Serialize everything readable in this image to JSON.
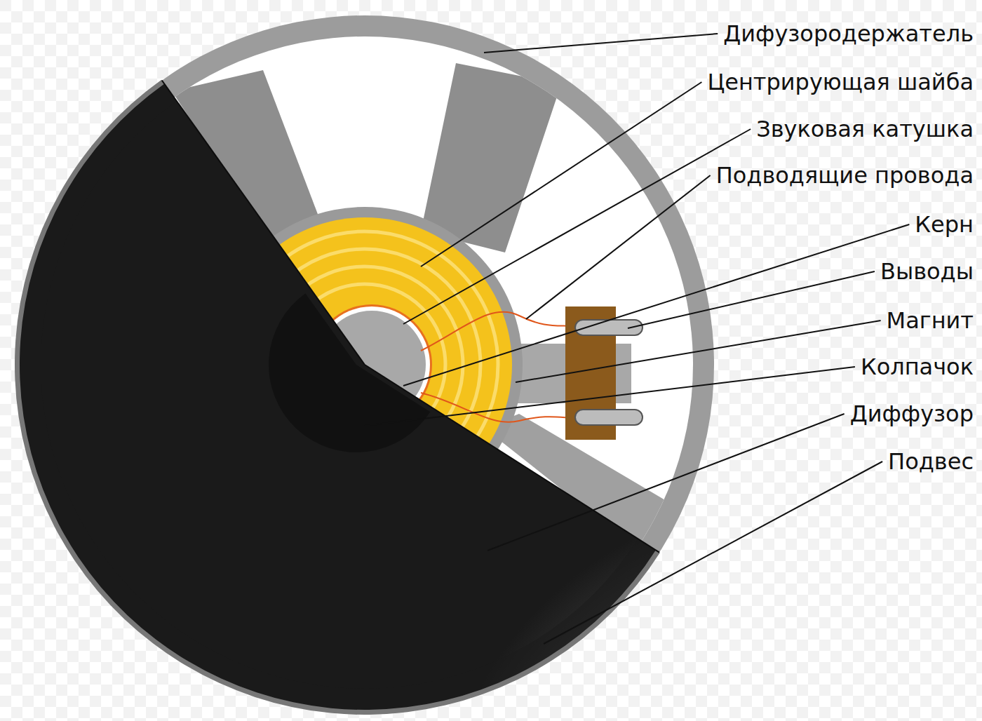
{
  "diagram": {
    "labels": [
      "Дифузородержатель",
      "Центрирующая шайба",
      "Звуковая катушка",
      "Подводящие провода",
      "Керн",
      "Выводы",
      "Магнит",
      "Колпачок",
      "Диффузор",
      "Подвес"
    ]
  }
}
